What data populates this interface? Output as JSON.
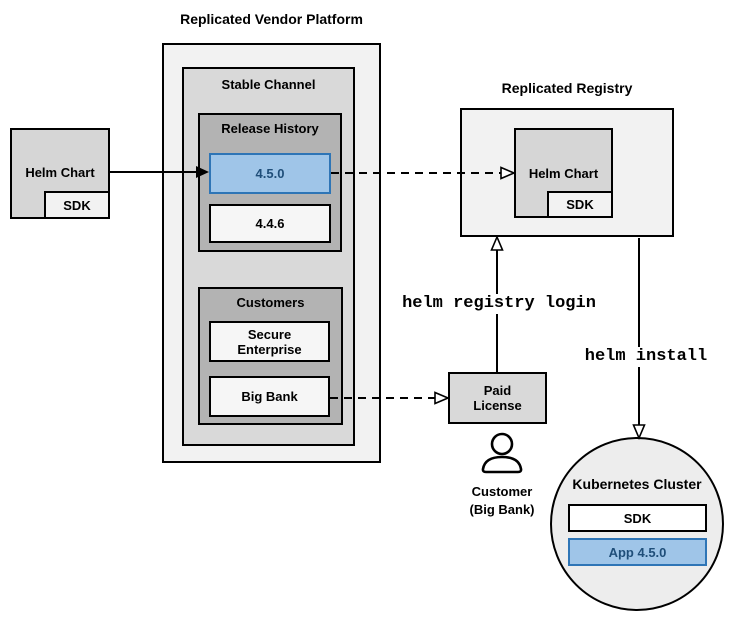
{
  "source": {
    "label": "Helm Chart",
    "sdk": "SDK"
  },
  "platform": {
    "title": "Replicated Vendor Platform",
    "stable_channel": "Stable Channel",
    "release_history": {
      "title": "Release History",
      "current": "4.5.0",
      "previous": "4.4.6"
    },
    "customers": {
      "title": "Customers",
      "customer1": "Secure Enterprise",
      "customer2": "Big Bank"
    }
  },
  "registry": {
    "title": "Replicated Registry",
    "helm_chart": "Helm Chart",
    "sdk": "SDK"
  },
  "license": {
    "label": "Paid License"
  },
  "customer": {
    "name": "Customer",
    "detail": "(Big Bank)"
  },
  "cluster": {
    "title": "Kubernetes Cluster",
    "sdk": "SDK",
    "app": "App 4.5.0"
  },
  "commands": {
    "login": "helm registry login",
    "install": "helm install"
  },
  "colors": {
    "highlight_fill": "#9fc5e8",
    "highlight_border": "#2e75b6",
    "highlight_text": "#1f4e79",
    "container_light": "#f2f2f2",
    "container_mid": "#d9d9d9",
    "container_dark": "#b3b3b3"
  }
}
